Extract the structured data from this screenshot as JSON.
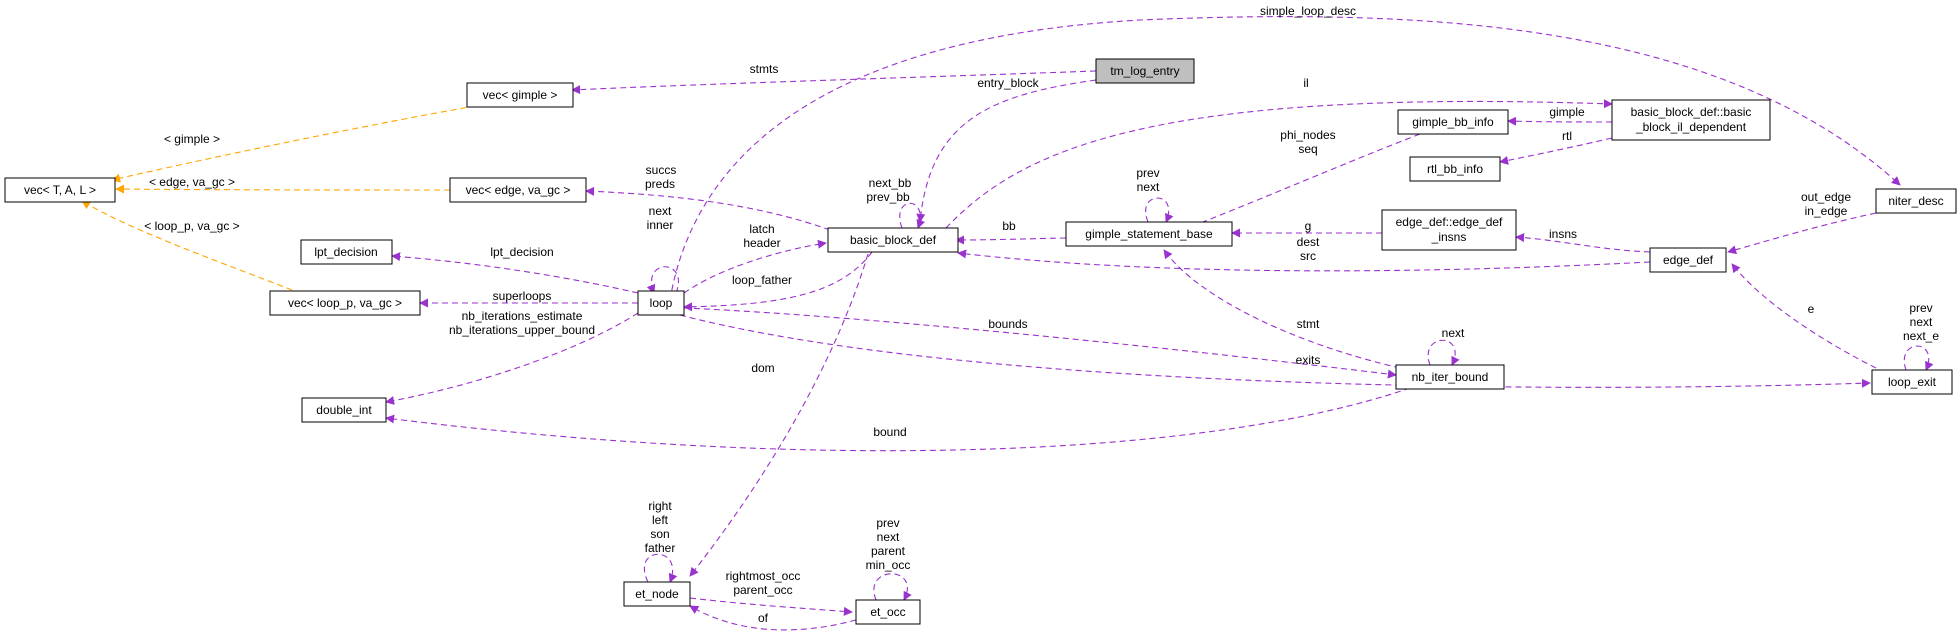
{
  "nodes": {
    "tm_log_entry": "tm_log_entry",
    "vec_gimple": "vec< gimple >",
    "vec_tal": "vec< T, A, L >",
    "vec_edge": "vec< edge, va_gc >",
    "lpt_decision": "lpt_decision",
    "vec_loop_p": "vec< loop_p, va_gc >",
    "double_int": "double_int",
    "loop": "loop",
    "basic_block_def": "basic_block_def",
    "et_node": "et_node",
    "et_occ": "et_occ",
    "gimple_statement_base": "gimple_statement_base",
    "gimple_bb_info": "gimple_bb_info",
    "rtl_bb_info": "rtl_bb_info",
    "bb_il_dependent_1": "basic_block_def::basic",
    "bb_il_dependent_2": "_block_il_dependent",
    "edge_def_insns_1": "edge_def::edge_def",
    "edge_def_insns_2": "_insns",
    "edge_def": "edge_def",
    "niter_desc": "niter_desc",
    "nb_iter_bound": "nb_iter_bound",
    "loop_exit": "loop_exit"
  },
  "edge_labels": {
    "simple_loop_desc": "simple_loop_desc",
    "stmts": "stmts",
    "entry_block": "entry_block",
    "il": "il",
    "gimple_lt": "< gimple >",
    "edge_va_gc": "< edge, va_gc >",
    "loop_p_va_gc": "< loop_p, va_gc >",
    "succs": "succs",
    "preds": "preds",
    "next_bb": "next_bb",
    "prev_bb": "prev_bb",
    "phi_nodes": "phi_nodes",
    "seq": "seq",
    "gimple": "gimple",
    "rtl": "rtl",
    "prev_gsb": "prev",
    "next_gsb": "next",
    "out_edge": "out_edge",
    "in_edge": "in_edge",
    "next_loop": "next",
    "inner": "inner",
    "latch": "latch",
    "header": "header",
    "bb": "bb",
    "g": "g",
    "insns": "insns",
    "dest": "dest",
    "src": "src",
    "lpt_decision": "lpt_decision",
    "superloops": "superloops",
    "loop_father": "loop_father",
    "nb_iterations_estimate": "nb_iterations_estimate",
    "nb_iterations_upper_bound": "nb_iterations_upper_bound",
    "bounds": "bounds",
    "stmt": "stmt",
    "next_nb": "next",
    "e": "e",
    "prev_le": "prev",
    "next_le": "next",
    "next_e": "next_e",
    "dom": "dom",
    "exits": "exits",
    "bound": "bound",
    "right": "right",
    "left": "left",
    "son": "son",
    "father": "father",
    "prev_occ": "prev",
    "next_occ": "next",
    "parent": "parent",
    "min_occ": "min_occ",
    "rightmost_occ": "rightmost_occ",
    "parent_occ": "parent_occ",
    "of": "of"
  },
  "colors": {
    "member_edge": "#9a32cd",
    "template_edge": "#ffa500",
    "highlight_fill": "#bfbfbf"
  }
}
